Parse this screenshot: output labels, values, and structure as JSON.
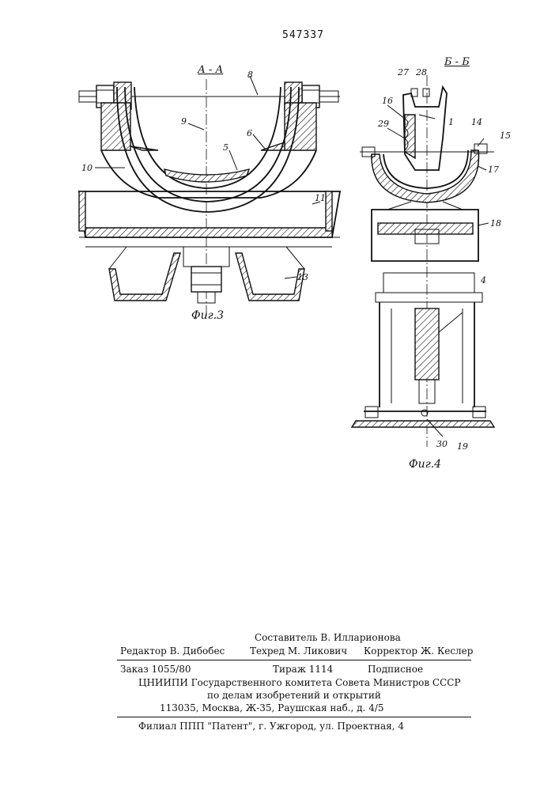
{
  "patent_number": "547337",
  "figure3": {
    "section_label": "А - А",
    "caption": "Фиг.3",
    "labels": [
      "8",
      "9",
      "6",
      "5",
      "10",
      "11",
      "13"
    ]
  },
  "figure4": {
    "section_label": "Б - Б",
    "caption": "Фиг.4",
    "labels": [
      "27",
      "28",
      "16",
      "1",
      "14",
      "15",
      "29",
      "17",
      "18",
      "4",
      "30",
      "19"
    ]
  },
  "footer": {
    "composer": "Составитель В. Илларионова",
    "editor": "Редактор В. Дибобес",
    "techred": "Техред М. Ликович",
    "corrector": "Корректор Ж. Кеслер",
    "order": "Заказ 1055/80",
    "circulation": "Тираж 1114",
    "subscription": "Подписное",
    "institute": "ЦНИИПИ Государственного комитета Совета Министров СССР",
    "affairs": "по делам изобретений и открытий",
    "address": "113035, Москва, Ж-35, Раушская наб., д. 4/5",
    "branch": "Филиал ППП \"Патент\", г. Ужгород, ул. Проектная, 4"
  }
}
